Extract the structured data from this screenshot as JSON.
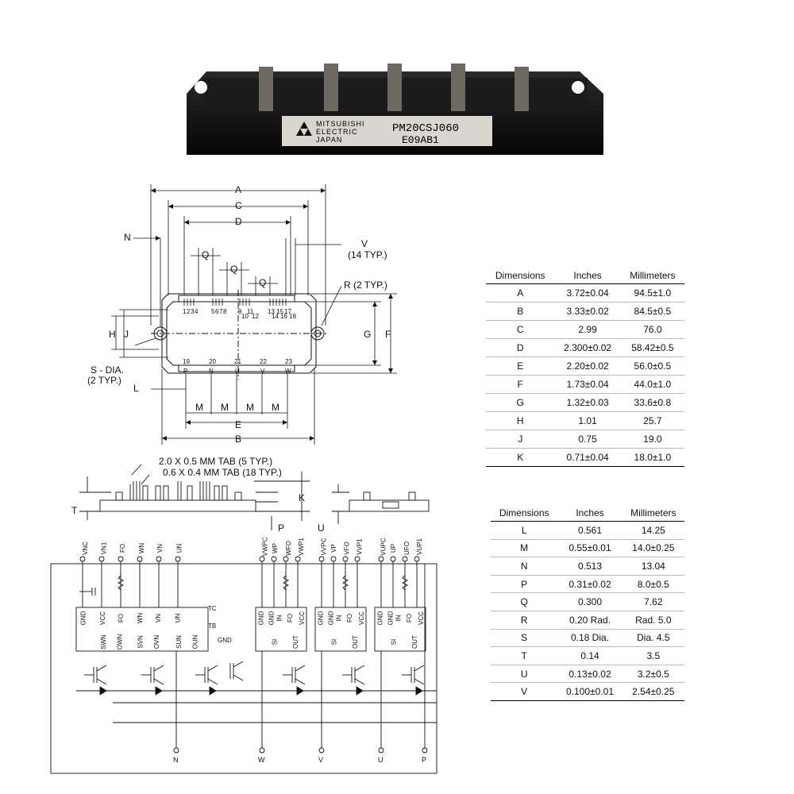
{
  "photo": {
    "brand": "MITSUBISHI",
    "brand_line2": "ELECTRIC",
    "brand_line3": "JAPAN",
    "part_number": "PM20CSJ060",
    "lot_code": "E09AB1"
  },
  "outline": {
    "A": "A",
    "B": "B",
    "C": "C",
    "D": "D",
    "E": "E",
    "F": "F",
    "G": "G",
    "H": "H",
    "J": "J",
    "L": "L",
    "M": "M",
    "N": "N",
    "Q": "Q",
    "K": "K",
    "P": "P",
    "T": "T",
    "U": "U",
    "V_label": "V",
    "V_note": "(14 TYP.)",
    "R_label": "R (2 TYP.)",
    "S_label": "S - DIA.",
    "S_note": "(2 TYP.)",
    "tab1": "2.0 X 0.5 MM TAB (5 TYP.)",
    "tab2": "0.6 X 0.4 MM TAB (18 TYP.)",
    "pins_top": [
      "1",
      "2",
      "3",
      "4",
      "5",
      "6",
      "7",
      "8",
      "9",
      "10",
      "11",
      "12",
      "13",
      "14",
      "15",
      "16",
      "17",
      "18"
    ],
    "pins_bottom": [
      "19",
      "20",
      "21",
      "22",
      "23"
    ],
    "power_pins": [
      "P",
      "N",
      "U",
      "V",
      "W"
    ]
  },
  "table1": {
    "headers": [
      "Dimensions",
      "Inches",
      "Millimeters"
    ],
    "rows": [
      [
        "A",
        "3.72±0.04",
        "94.5±1.0"
      ],
      [
        "B",
        "3.33±0.02",
        "84.5±0.5"
      ],
      [
        "C",
        "2.99",
        "76.0"
      ],
      [
        "D",
        "2.300±0.02",
        "58.42±0.5"
      ],
      [
        "E",
        "2.20±0.02",
        "56.0±0.5"
      ],
      [
        "F",
        "1.73±0.04",
        "44.0±1.0"
      ],
      [
        "G",
        "1.32±0.03",
        "33.6±0.8"
      ],
      [
        "H",
        "1.01",
        "25.7"
      ],
      [
        "J",
        "0.75",
        "19.0"
      ],
      [
        "K",
        "0.71±0.04",
        "18.0±1.0"
      ]
    ]
  },
  "table2": {
    "headers": [
      "Dimensions",
      "Inches",
      "Millimeters"
    ],
    "rows": [
      [
        "L",
        "0.561",
        "14.25"
      ],
      [
        "M",
        "0.55±0.01",
        "14.0±0.25"
      ],
      [
        "N",
        "0.513",
        "13.04"
      ],
      [
        "P",
        "0.31±0.02",
        "8.0±0.5"
      ],
      [
        "Q",
        "0.300",
        "7.62"
      ],
      [
        "R",
        "0.20 Rad.",
        "Rad. 5.0"
      ],
      [
        "S",
        "0.18 Dia.",
        "Dia. 4.5"
      ],
      [
        "T",
        "0.14",
        "3.5"
      ],
      [
        "U",
        "0.13±0.02",
        "3.2±0.5"
      ],
      [
        "V",
        "0.100±0.01",
        "2.54±0.25"
      ]
    ]
  },
  "schematic": {
    "top_terminals": [
      "VNC",
      "VN1",
      "FO",
      "WN",
      "VN",
      "UN",
      "VWPC",
      "WP",
      "WFO",
      "VWP1",
      "VVPC",
      "VP",
      "VFO",
      "VVP1",
      "VUPC",
      "UP",
      "UFO",
      "VUP1"
    ],
    "bottom_terminals": [
      "N",
      "W",
      "V",
      "U",
      "P"
    ],
    "low_side_ic_pins": [
      "GND",
      "VCC",
      "FO",
      "WN",
      "VN",
      "UN"
    ],
    "low_side_ic_outs": [
      "SWN",
      "OWN",
      "SVN",
      "OVN",
      "SUN",
      "OUN"
    ],
    "high_side_ic_pins": [
      "GND",
      "GND",
      "IN",
      "FO",
      "VCC"
    ],
    "high_side_ic_outs": [
      "SI",
      "OUT"
    ],
    "temp_labels": [
      "TC",
      "TB",
      "GND"
    ]
  }
}
